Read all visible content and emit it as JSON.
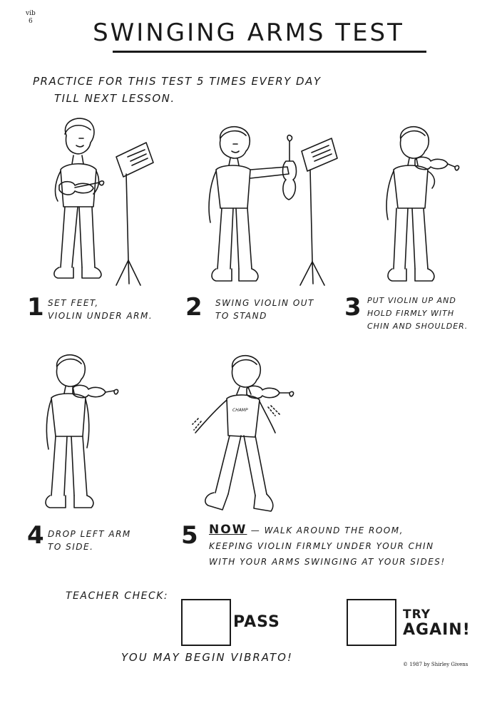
{
  "page_code": {
    "line1": "vib",
    "line2": "6"
  },
  "title": "SWINGING ARMS TEST",
  "intro": {
    "line1": "PRACTICE FOR THIS TEST 5 TIMES EVERY DAY",
    "line2": "TILL NEXT LESSON."
  },
  "steps": [
    {
      "number": "1",
      "line1": "SET FEET,",
      "line2": "VIOLIN UNDER ARM."
    },
    {
      "number": "2",
      "line1": "SWING VIOLIN OUT",
      "line2": "TO STAND"
    },
    {
      "number": "3",
      "line1": "PUT VIOLIN UP AND",
      "line2": "HOLD FIRMLY WITH",
      "line3": "CHIN AND SHOULDER."
    },
    {
      "number": "4",
      "line1": "DROP LEFT ARM",
      "line2": "TO SIDE."
    },
    {
      "number": "5",
      "now": "NOW",
      "line1_rest": "— WALK AROUND THE ROOM,",
      "line2": "KEEPING VIOLIN FIRMLY UNDER YOUR CHIN",
      "line3": "WITH YOUR ARMS SWINGING AT YOUR SIDES!"
    }
  ],
  "shirt_text": "CHAMP",
  "teacher_check": {
    "label": "TEACHER CHECK:",
    "pass": "PASS",
    "try_again_line1": "TRY",
    "try_again_line2": "AGAIN!"
  },
  "closing": "YOU MAY BEGIN VIBRATO!",
  "copyright": "© 1987 by Shirley Givens"
}
